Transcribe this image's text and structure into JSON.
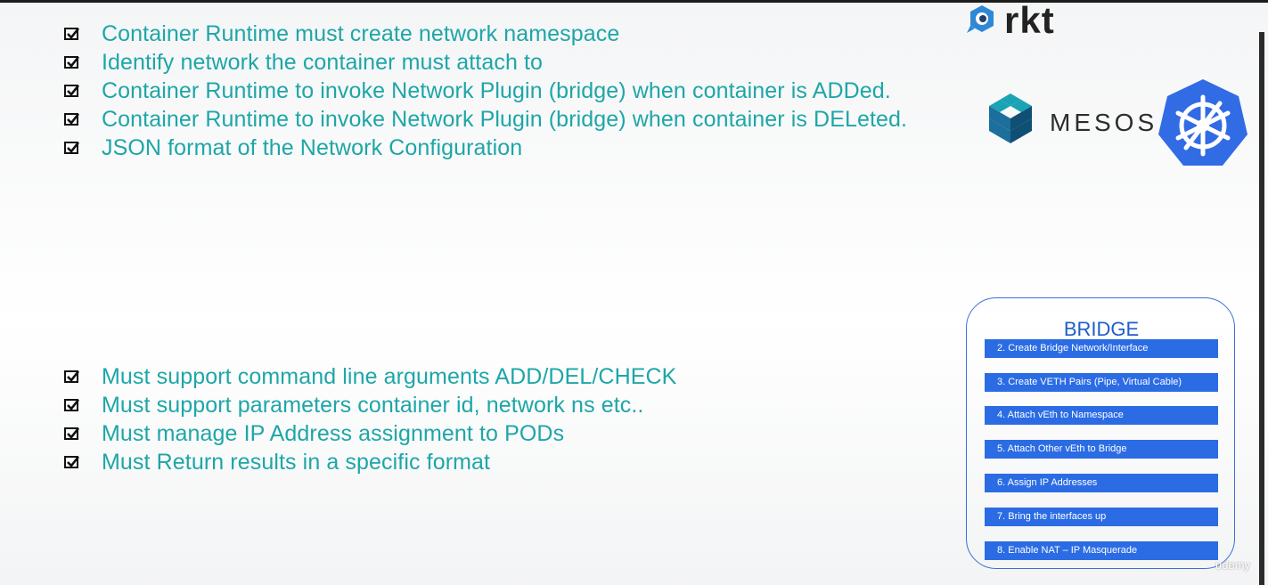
{
  "checklist_top": [
    "Container Runtime must create network namespace",
    "Identify network the container must attach to",
    "Container Runtime to invoke Network Plugin (bridge) when container is ADDed.",
    "Container Runtime to invoke Network Plugin (bridge) when container is DELeted.",
    "JSON format of the Network Configuration"
  ],
  "checklist_bottom": [
    "Must support command line arguments ADD/DEL/CHECK",
    "Must support parameters container id, network ns etc..",
    "Must manage IP Address assignment to PODs",
    "Must Return results in a specific format"
  ],
  "logos": {
    "rkt": "rkt",
    "mesos": "MESOS",
    "kubernetes_icon": "kubernetes-helm-wheel-icon",
    "rkt_icon": "rkt-logo-icon",
    "mesos_icon": "mesos-cube-icon"
  },
  "bridge": {
    "title": "BRIDGE",
    "steps": [
      "2. Create Bridge Network/Interface",
      "3. Create VETH Pairs (Pipe, Virtual Cable)",
      "4. Attach vEth to Namespace",
      "5. Attach Other vEth to Bridge",
      "6. Assign IP Addresses",
      "7. Bring the interfaces up",
      "8. Enable NAT – IP Masquerade"
    ]
  },
  "watermark": "udemy",
  "colors": {
    "text_teal": "#1ea6a8",
    "bridge_blue": "#2b6ce4",
    "kubernetes_blue": "#326ce5"
  }
}
